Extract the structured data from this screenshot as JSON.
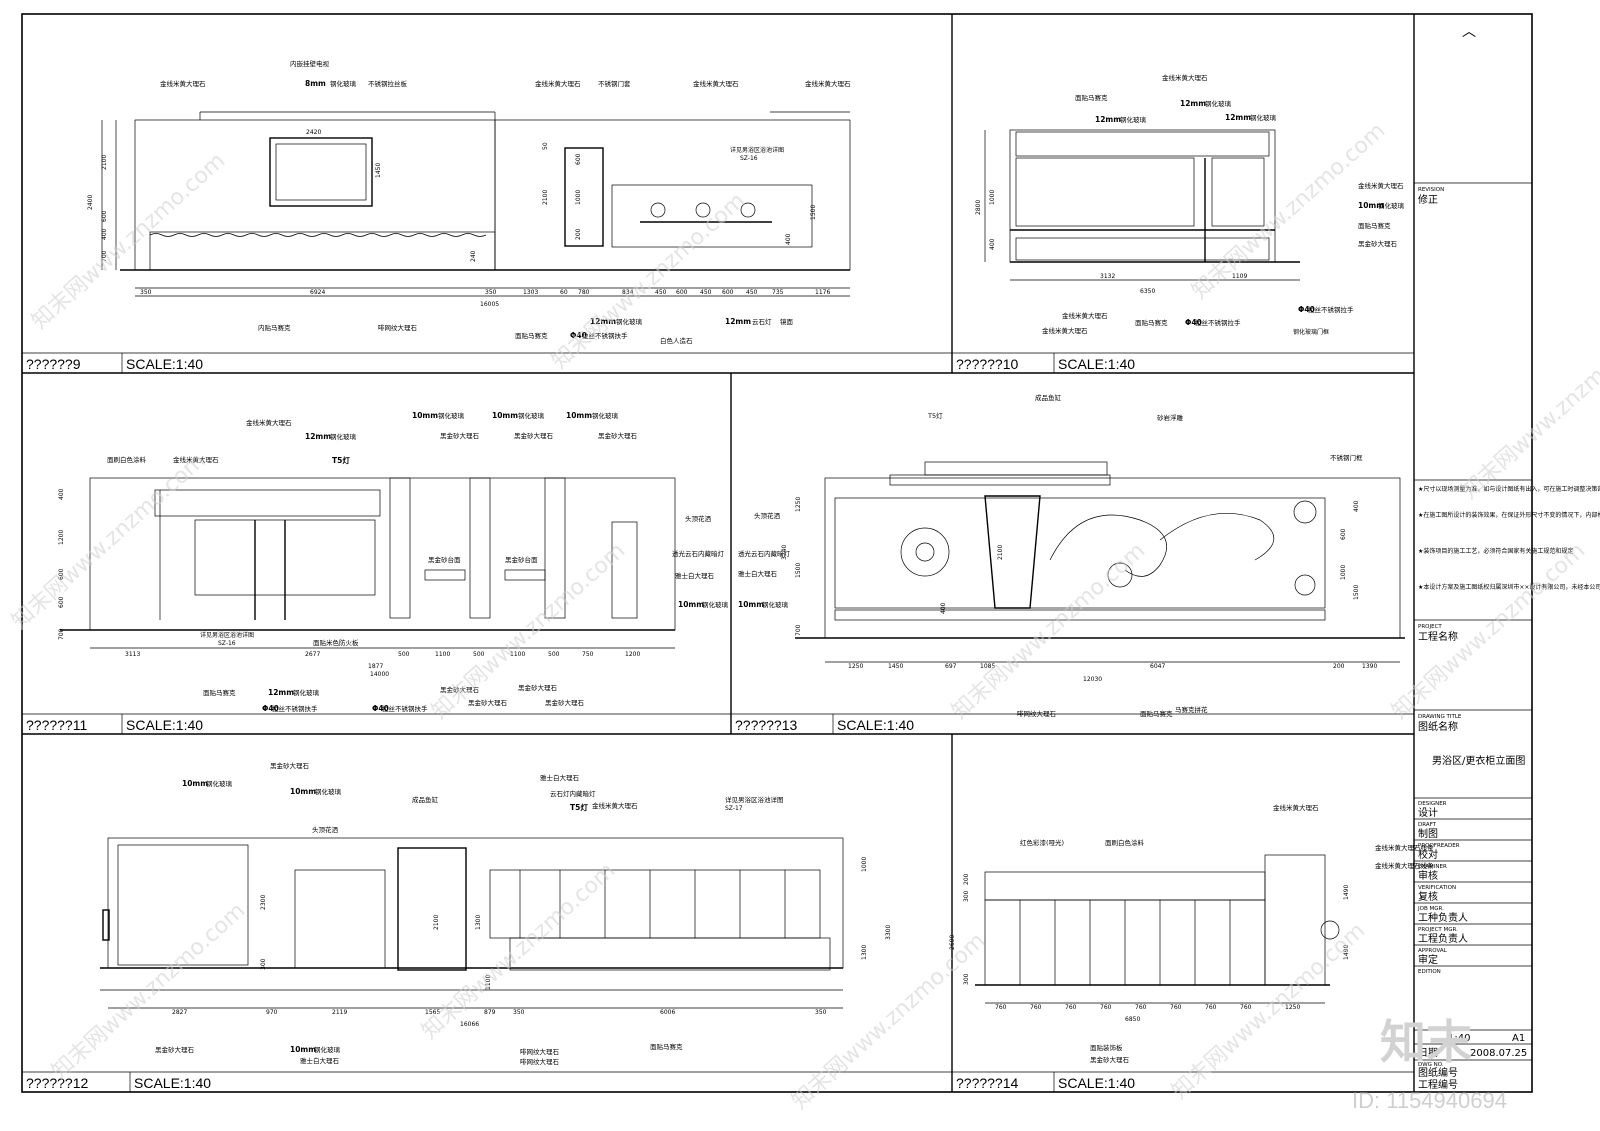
{
  "panels": [
    {
      "id": "9",
      "caption": "??????9",
      "scale": "SCALE:1:40",
      "labels": [
        "金线米黄大理石",
        "内嵌挂壁电视",
        "8mm",
        "钢化玻璃",
        "不锈钢拉丝板",
        "金线米黄大理石",
        "不锈钢门套",
        "金线米黄大理石",
        "金线米黄大理石",
        "详见男浴区浴池详图",
        "SZ-16",
        "白色人造石",
        "12mm",
        "钢化玻璃",
        "12mm",
        "云石灯",
        "镜面",
        "Φ40",
        "拉丝不锈钢扶手",
        "面贴马赛克",
        "啡网纹大理石",
        "内贴马赛克"
      ],
      "dims_h": [
        "350",
        "6924",
        "350",
        "1303",
        "60",
        "780",
        "834",
        "450",
        "600",
        "450",
        "600",
        "450",
        "735",
        "1176",
        "16005",
        "2420"
      ],
      "dims_v": [
        "2400",
        "2100",
        "600",
        "400",
        "700",
        "1450",
        "2100",
        "1000",
        "600",
        "200",
        "1500",
        "400",
        "240",
        "50"
      ]
    },
    {
      "id": "10",
      "caption": "??????10",
      "scale": "SCALE:1:40",
      "labels": [
        "面贴马赛克",
        "金线米黄大理石",
        "12mm",
        "钢化玻璃",
        "12mm",
        "钢化玻璃",
        "12mm",
        "钢化玻璃",
        "金线米黄大理石",
        "10mm",
        "钢化玻璃",
        "面贴马赛克",
        "黑金砂大理石",
        "金线米黄大理石",
        "面贴马赛克",
        "Φ40",
        "拉丝不锈钢拉手",
        "Φ40",
        "拉丝不锈钢拉手",
        "金线米黄大理石",
        "钢化玻璃门框"
      ],
      "dims_h": [
        "3132",
        "1109",
        "6350"
      ],
      "dims_v": [
        "2800",
        "1000",
        "400"
      ]
    },
    {
      "id": "11",
      "caption": "??????11",
      "scale": "SCALE:1:40",
      "labels": [
        "金线米黄大理石",
        "12mm",
        "钢化玻璃",
        "面刷白色涂料",
        "金线米黄大理石",
        "T5灯",
        "10mm",
        "钢化玻璃",
        "10mm",
        "钢化玻璃",
        "10mm",
        "钢化玻璃",
        "黑金砂大理石",
        "黑金砂大理石",
        "黑金砂大理石",
        "头顶花洒",
        "透光云石内藏暗灯",
        "雅士白大理石",
        "10mm",
        "钢化玻璃",
        "详见男浴区浴池详图",
        "SZ-16",
        "黑金砂台面",
        "黑金砂台面",
        "面贴米色防火板",
        "面贴马赛克",
        "12mm",
        "钢化玻璃",
        "Φ40",
        "拉丝不锈钢扶手",
        "Φ40",
        "拉丝不锈钢扶手",
        "黑金砂大理石",
        "黑金砂大理石",
        "黑金砂大理石",
        "黑金砂大理石"
      ],
      "dims_h": [
        "3113",
        "2677",
        "500",
        "1100",
        "500",
        "1100",
        "500",
        "750",
        "1200",
        "1877",
        "14000"
      ],
      "dims_v": [
        "400",
        "1200",
        "600",
        "600",
        "700"
      ]
    },
    {
      "id": "13",
      "caption": "??????13",
      "scale": "SCALE:1:40",
      "labels": [
        "T5灯",
        "成品鱼缸",
        "砂岩浮雕",
        "不锈钢门框",
        "头顶花洒",
        "透光云石内藏暗灯",
        "雅士白大理石",
        "10mm",
        "钢化玻璃",
        "啡网纹大理石",
        "面贴马赛克",
        "马赛克拼花"
      ],
      "dims_h": [
        "1250",
        "1450",
        "697",
        "1085",
        "6047",
        "200",
        "1390",
        "12030"
      ],
      "dims_v": [
        "1250",
        "1500",
        "3740",
        "700",
        "2100",
        "400",
        "400",
        "1500",
        "600",
        "1000"
      ]
    },
    {
      "id": "12",
      "caption": "??????12",
      "scale": "SCALE:1:40",
      "labels": [
        "黑金砂大理石",
        "10mm",
        "钢化玻璃",
        "10mm",
        "钢化玻璃",
        "成品鱼缸",
        "头顶花洒",
        "雅士白大理石",
        "云石灯内藏暗灯",
        "T5灯",
        "金线米黄大理石",
        "详见男浴区浴池详图",
        "SZ-17",
        "黑金砂大理石",
        "10mm",
        "钢化玻璃",
        "雅士白大理石",
        "啡网纹大理石",
        "啡网纹大理石",
        "面贴马赛克"
      ],
      "dims_h": [
        "2827",
        "970",
        "2119",
        "1565",
        "879",
        "350",
        "6006",
        "350",
        "16066"
      ],
      "dims_v": [
        "1000",
        "3300",
        "1300",
        "2300",
        "2100",
        "1300",
        "1100",
        "300"
      ]
    },
    {
      "id": "14",
      "caption": "??????14",
      "scale": "SCALE:1:40",
      "labels": [
        "红色彩漆(哑光)",
        "面刷白色涂料",
        "金线米黄大理石",
        "金线米黄大理石线条",
        "金线米黄大理石线条",
        "面贴装饰板",
        "黑金砂大理石"
      ],
      "dims_h": [
        "760",
        "760",
        "760",
        "760",
        "760",
        "760",
        "760",
        "760",
        "1250",
        "6850"
      ],
      "dims_v": [
        "200",
        "300",
        "2600",
        "300",
        "1490",
        "1490"
      ]
    }
  ],
  "notes": [
    "★尺寸以现场测量为准，如与设计图纸有出入，可在施工时调整决策部位",
    "★在施工图所设计的装饰效果，在保证外形尺寸不变的情况下，内部材料允许进行调整",
    "★装饰项目的施工工艺，必须符合国家有关施工规范和规定",
    "★本设计方案及施工图纸权归属深圳市××设计有限公司，未经本公司同意，图纸不得擅作他用"
  ],
  "title_block": {
    "top_mark": "︿",
    "revision_en": "REVISION",
    "revision_cn": "修正",
    "project_en": "PROJECT",
    "project_cn": "工程名称",
    "drawing_title_en": "DRAWING TITLE",
    "drawing_title_cn": "图纸名称",
    "drawing_name": "男浴区/更衣柜立面图",
    "rows": [
      {
        "en": "DESIGNER",
        "cn": "设计"
      },
      {
        "en": "DRAFT",
        "cn": "制图"
      },
      {
        "en": "PROOFREADER",
        "cn": "校对"
      },
      {
        "en": "EXAMINER",
        "cn": "审核"
      },
      {
        "en": "VERIFICATION",
        "cn": "复核"
      },
      {
        "en": "JOB MGR.",
        "cn": "工种负责人"
      },
      {
        "en": "PROJECT MGR.",
        "cn": "工程负责人"
      },
      {
        "en": "APPROVAL",
        "cn": "审定"
      },
      {
        "en": "EDITION",
        "cn": ""
      }
    ],
    "scale_value": "1:40",
    "sheet_size": "A1",
    "date_label": "日期",
    "date": "2008.07.25",
    "dwg_no_en": "DWG NO.",
    "dwg_no_cn": "图纸编号",
    "job_no_cn": "工程编号"
  },
  "watermarks": [
    "知末网www.znzmo.com",
    "知末网www.znzmo.com",
    "知末网www.znzmo.com",
    "知末网www.znzmo.com",
    "知末网www.znzmo.com",
    "知末网www.znzmo.com",
    "知末网www.znzmo.com",
    "知末网www.znzmo.com",
    "知末网www.znzmo.com",
    "知末网www.znzmo.com",
    "知末网www.znzmo.com",
    "知末网www.znzmo.com"
  ],
  "logo_text": "知末",
  "id_text": "ID: 1154940694"
}
